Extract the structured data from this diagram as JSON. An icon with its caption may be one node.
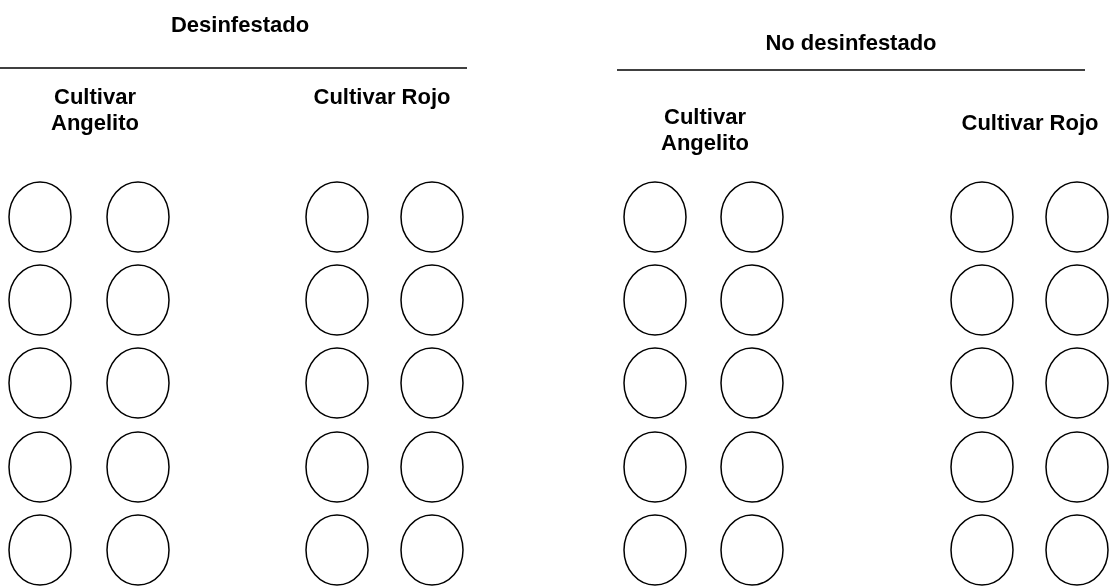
{
  "diagram": {
    "nodes": [
      {
        "text": [],
        "shape": "circle"
      },
      {
        "text": [],
        "shape": "circle"
      },
      {
        "text": [],
        "shape": "circle"
      },
      {
        "text": [],
        "shape": "circle"
      },
      {
        "text": [],
        "shape": "circle"
      },
      {
        "text": [],
        "shape": "circle"
      },
      {
        "text": [],
        "shape": "circle"
      },
      {
        "text": [],
        "shape": "circle"
      },
      {
        "text": [],
        "shape": "circle"
      },
      {
        "text": [],
        "shape": "circle"
      },
      {
        "text": [],
        "shape": "circle"
      },
      {
        "text": [],
        "shape": "circle"
      },
      {
        "text": [],
        "shape": "circle"
      },
      {
        "text": [],
        "shape": "circle"
      },
      {
        "text": [],
        "shape": "circle"
      },
      {
        "text": [],
        "shape": "circle"
      },
      {
        "text": [],
        "shape": "circle"
      },
      {
        "text": [],
        "shape": "circle"
      },
      {
        "text": [],
        "shape": "circle"
      },
      {
        "text": [],
        "shape": "circle"
      },
      {
        "text": [],
        "shape": "circle"
      },
      {
        "text": [],
        "shape": "circle"
      },
      {
        "text": [],
        "shape": "circle"
      },
      {
        "text": [],
        "shape": "circle"
      },
      {
        "text": [],
        "shape": "circle"
      },
      {
        "text": [],
        "shape": "circle"
      },
      {
        "text": [],
        "shape": "circle"
      },
      {
        "text": [],
        "shape": "circle"
      },
      {
        "text": [],
        "shape": "circle"
      },
      {
        "text": [],
        "shape": "circle"
      },
      {
        "text": [],
        "shape": "circle"
      },
      {
        "text": [],
        "shape": "circle"
      },
      {
        "text": [],
        "shape": "circle"
      },
      {
        "text": [],
        "shape": "circle"
      },
      {
        "text": [],
        "shape": "circle"
      },
      {
        "text": [],
        "shape": "circle"
      },
      {
        "text": [],
        "shape": "circle"
      },
      {
        "text": [],
        "shape": "circle"
      },
      {
        "text": [],
        "shape": "circle"
      },
      {
        "text": [],
        "shape": "circle"
      }
    ],
    "labels": [
      "Desinfestado",
      "No desinfestado",
      "Cultivar Angelito",
      "Cultivar Rojo",
      "Cultivar Angelito",
      "Cultivar Rojo"
    ]
  }
}
